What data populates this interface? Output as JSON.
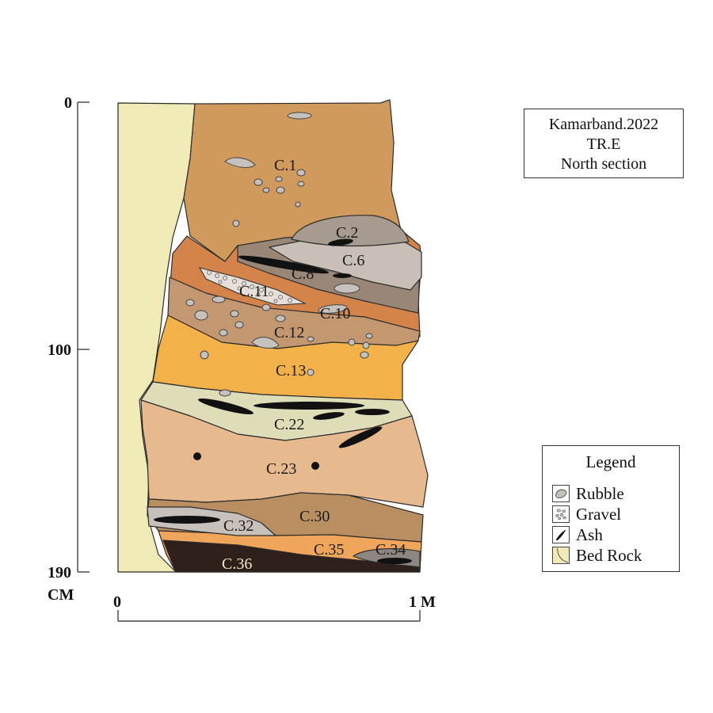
{
  "title": {
    "lines": [
      "Kamarband.2022",
      "TR.E",
      "North section"
    ]
  },
  "depth_axis": {
    "ticks": [
      "0",
      "100",
      "190"
    ],
    "unit": "CM"
  },
  "width_scale": {
    "start": "0",
    "end": "1 M"
  },
  "layers": {
    "c1": "C.1",
    "c2": "C.2",
    "c6": "C.6",
    "c8": "C.8",
    "c11": "C.11",
    "c10": "C.10",
    "c12": "C.12",
    "c13": "C.13",
    "c22": "C.22",
    "c23": "C.23",
    "c30": "C.30",
    "c32": "C.32",
    "c35": "C.35",
    "c34": "C.34",
    "c36": "C.36"
  },
  "legend": {
    "title": "Legend",
    "items": [
      {
        "label": "Rubble",
        "icon": "rubble-icon"
      },
      {
        "label": "Gravel",
        "icon": "gravel-icon"
      },
      {
        "label": "Ash",
        "icon": "ash-icon"
      },
      {
        "label": "Bed Rock",
        "icon": "bedrock-icon"
      }
    ]
  },
  "colors": {
    "bedrock": "#efeab6",
    "c1": "#d09a5c",
    "c2": "#a79a8e",
    "c6": "#c8bfb6",
    "c8": "#9a8676",
    "c10": "#d4834a",
    "c12": "#c39871",
    "c13": "#f2b149",
    "c22": "#dfdcb8",
    "c23": "#e7b98e",
    "c30": "#b98f62",
    "c32": "#c8c1bb",
    "c35": "#f0a65a",
    "c34": "#8e8680",
    "c36": "#2f1f1b",
    "ash": "#111111",
    "rubble": "#c6c1bc"
  }
}
